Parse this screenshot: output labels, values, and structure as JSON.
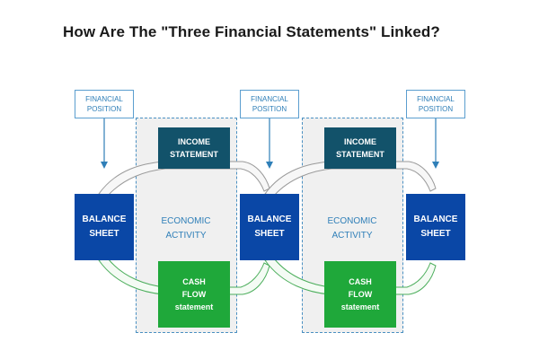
{
  "title": "How Are The \"Three Financial Statements\" Linked?",
  "financial_position": {
    "line1": "FINANCIAL",
    "line2": "POSITION"
  },
  "balance_sheet": {
    "line1": "BALANCE",
    "line2": "SHEET"
  },
  "income_statement": {
    "line1": "INCOME",
    "line2": "STATEMENT"
  },
  "economic_activity": {
    "line1": "ECONOMIC",
    "line2": "ACTIVITY"
  },
  "cash_flow_statement": {
    "line1": "CASH",
    "line2": "FLOW",
    "line3": "statement"
  },
  "colors": {
    "balance_sheet": "#0a47a6",
    "income_statement": "#12526a",
    "cash_flow": "#1fa83a",
    "accent_blue": "#2f7fb8",
    "panel_bg": "#f0f0f0"
  }
}
